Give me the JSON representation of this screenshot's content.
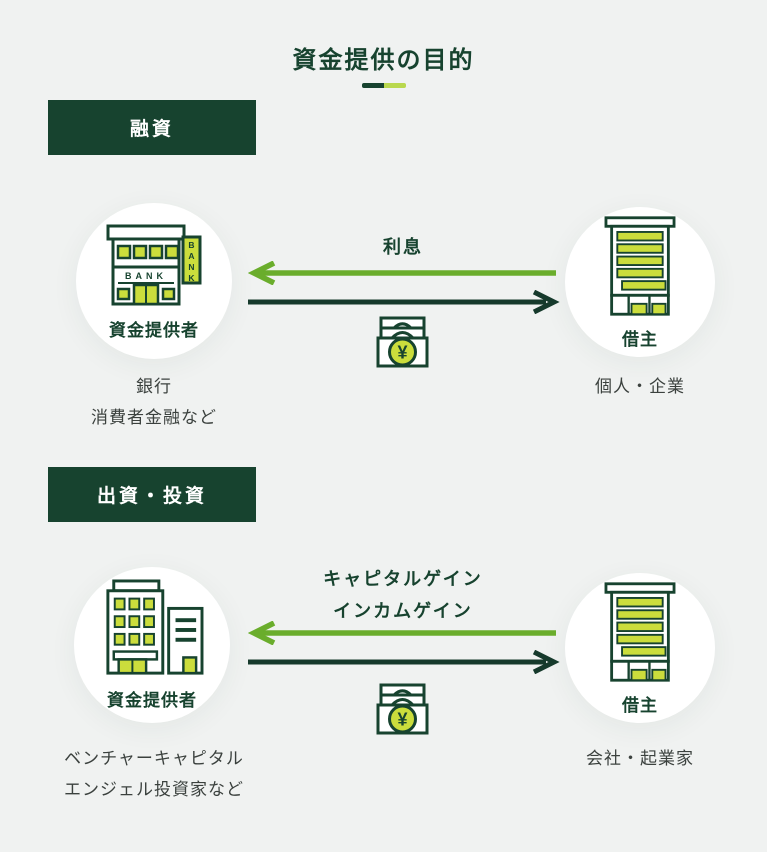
{
  "title": "資金提供の目的",
  "colors": {
    "background": "#f0f2f1",
    "dark_green": "#17432f",
    "arrow_dark_green": "#163a2c",
    "arrow_light_green": "#6aad2c",
    "accent_yellow_green": "#cbdd3c",
    "underline_light": "#b9d84e",
    "caption_text": "#3b413e",
    "circle_background": "#ffffff"
  },
  "icons": {
    "loan_provider": "bank-building-icon",
    "borrower": "office-building-icon",
    "investment_provider": "company-buildings-icon",
    "money": "yen-banknotes-icon"
  },
  "bank_sign": {
    "letters": [
      "B",
      "A",
      "N",
      "K"
    ]
  },
  "bank_facade": "BANK",
  "money_symbol": "¥",
  "sections": [
    {
      "header_label": "融資",
      "provider": {
        "circle_label": "資金提供者",
        "caption_line1": "銀行",
        "caption_line2": "消費者金融など"
      },
      "borrower": {
        "circle_label": "借主",
        "caption_line1": "個人・企業"
      },
      "flow": {
        "label_line1": "利息"
      }
    },
    {
      "header_label": "出資・投資",
      "provider": {
        "circle_label": "資金提供者",
        "caption_line1": "ベンチャーキャピタル",
        "caption_line2": "エンジェル投資家など"
      },
      "borrower": {
        "circle_label": "借主",
        "caption_line1": "会社・起業家"
      },
      "flow": {
        "label_line1": "キャピタルゲイン",
        "label_line2": "インカムゲイン"
      }
    }
  ]
}
